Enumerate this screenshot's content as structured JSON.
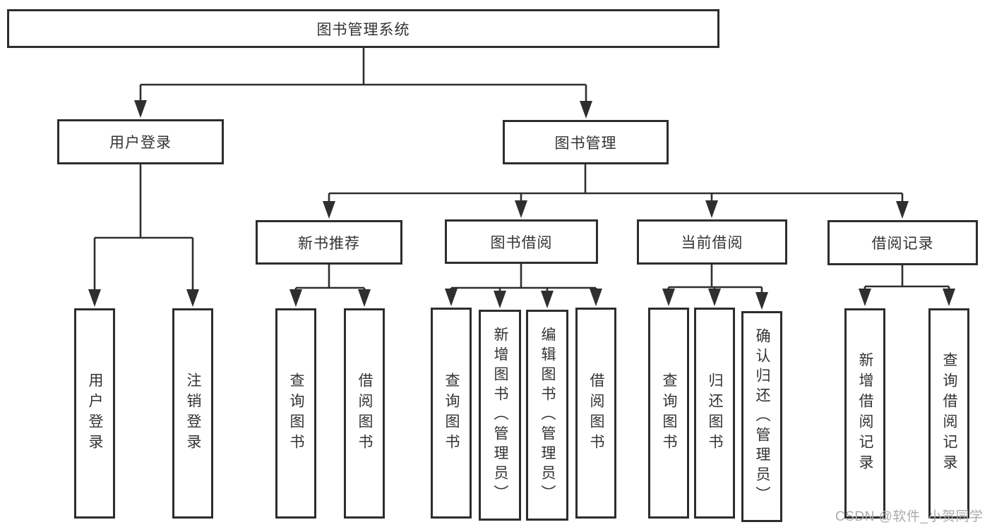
{
  "diagram": {
    "root": {
      "label": "图书管理系统"
    },
    "branches": [
      {
        "label": "用户登录",
        "children": [
          "用户登录",
          "注销登录"
        ]
      },
      {
        "label": "图书管理",
        "groups": [
          {
            "label": "新书推荐",
            "children": [
              "查询图书",
              "借阅图书"
            ]
          },
          {
            "label": "图书借阅",
            "children": [
              "查询图书",
              "新增图书（管理员）",
              "编辑图书（管理员）",
              "借阅图书"
            ]
          },
          {
            "label": "当前借阅",
            "children": [
              "查询图书",
              "归还图书",
              "确认归还（管理员）"
            ]
          },
          {
            "label": "借阅记录",
            "children": [
              "新增借阅记录",
              "查询借阅记录"
            ]
          }
        ]
      }
    ]
  },
  "watermark": {
    "text": "CSDN @软件_小贺同学"
  },
  "colors": {
    "line": "#2f2f2f",
    "text": "#333333",
    "watermark": "#ababab",
    "background": "#ffffff"
  }
}
